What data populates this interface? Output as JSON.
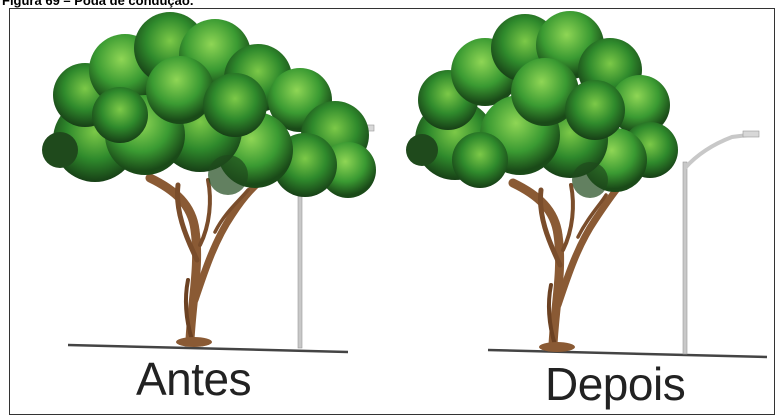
{
  "figure": {
    "caption": "Figura 69 – Poda de condução.",
    "panels": [
      {
        "label": "Antes"
      },
      {
        "label": "Depois"
      }
    ]
  },
  "colors": {
    "leaf_dark": "#1f4a1c",
    "leaf_mid": "#2f7d2a",
    "leaf_light": "#6fbf3a",
    "trunk": "#8a5a34",
    "pole": "#c8c8c8",
    "ground": "#444444"
  }
}
